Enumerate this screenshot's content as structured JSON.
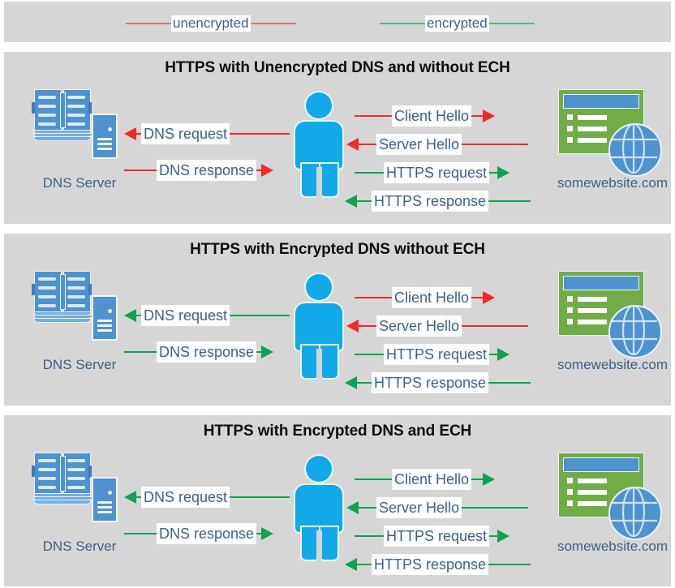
{
  "legend": {
    "items": [
      {
        "id": "unencrypted",
        "label": "unencrypted",
        "color": "#e07373"
      },
      {
        "id": "encrypted",
        "label": "encrypted",
        "color": "#5cb38a"
      }
    ]
  },
  "colors": {
    "panel_background": "#d6d6d6",
    "page_background": "#ffffff",
    "red": "#ef2b2b",
    "green": "#10a254",
    "label_text": "#3e6084",
    "title_text": "#0d0d0d",
    "person_blue": "#12a9e8",
    "server_blue": "#4f92d0",
    "site_green": "#71ad46"
  },
  "nodes": {
    "dns_server_label": "DNS Server",
    "website_label": "somewebsite.com",
    "dns_server_icon": "book-server-icon",
    "user_icon": "person-icon",
    "website_icon": "browser-window-globe-icon"
  },
  "panels": [
    {
      "id": "unencrypted-dns-no-ech",
      "title": "HTTPS with Unencrypted DNS and without ECH",
      "dns_label": "DNS Server",
      "site_label": "somewebsite.com",
      "left_messages": [
        {
          "label": "DNS request",
          "direction": "left",
          "color": "#ef2b2b"
        },
        {
          "label": "DNS response",
          "direction": "right",
          "color": "#ef2b2b"
        }
      ],
      "right_messages": [
        {
          "label": "Client Hello",
          "direction": "right",
          "color": "#ef2b2b"
        },
        {
          "label": "Server Hello",
          "direction": "left",
          "color": "#ef2b2b"
        },
        {
          "label": "HTTPS request",
          "direction": "right",
          "color": "#10a254"
        },
        {
          "label": "HTTPS response",
          "direction": "left",
          "color": "#10a254"
        }
      ]
    },
    {
      "id": "encrypted-dns-no-ech",
      "title": "HTTPS with Encrypted DNS without ECH",
      "dns_label": "DNS Server",
      "site_label": "somewebsite.com",
      "left_messages": [
        {
          "label": "DNS request",
          "direction": "left",
          "color": "#10a254"
        },
        {
          "label": "DNS response",
          "direction": "right",
          "color": "#10a254"
        }
      ],
      "right_messages": [
        {
          "label": "Client Hello",
          "direction": "right",
          "color": "#ef2b2b"
        },
        {
          "label": "Server Hello",
          "direction": "left",
          "color": "#ef2b2b"
        },
        {
          "label": "HTTPS request",
          "direction": "right",
          "color": "#10a254"
        },
        {
          "label": "HTTPS response",
          "direction": "left",
          "color": "#10a254"
        }
      ]
    },
    {
      "id": "encrypted-dns-and-ech",
      "title": "HTTPS with Encrypted DNS and ECH",
      "dns_label": "DNS Server",
      "site_label": "somewebsite.com",
      "left_messages": [
        {
          "label": "DNS request",
          "direction": "left",
          "color": "#10a254"
        },
        {
          "label": "DNS response",
          "direction": "right",
          "color": "#10a254"
        }
      ],
      "right_messages": [
        {
          "label": "Client Hello",
          "direction": "right",
          "color": "#10a254"
        },
        {
          "label": "Server Hello",
          "direction": "left",
          "color": "#10a254"
        },
        {
          "label": "HTTPS request",
          "direction": "right",
          "color": "#10a254"
        },
        {
          "label": "HTTPS response",
          "direction": "left",
          "color": "#10a254"
        }
      ]
    }
  ]
}
